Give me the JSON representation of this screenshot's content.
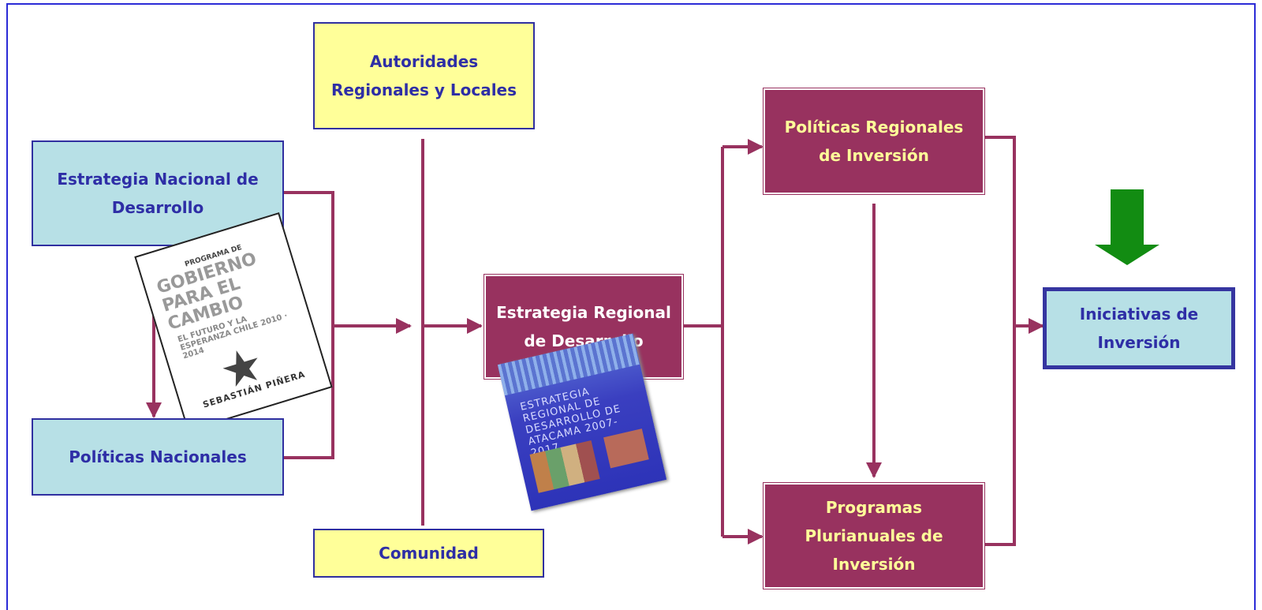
{
  "boxes": {
    "autoridades": "Autoridades\nRegionales y Locales",
    "estrategia_nacional": "Estrategia Nacional de\nDesarrollo",
    "politicas_nacionales": "Políticas Nacionales",
    "comunidad": "Comunidad",
    "estrategia_regional": "Estrategia Regional\nde Desarrollo",
    "politicas_regionales": "Políticas Regionales\nde Inversión",
    "programas": "Programas\nPlurianuales de\nInversión",
    "iniciativas": "Iniciativas de\nInversión"
  },
  "covers": {
    "programa_gobierno": {
      "line1": "PROGRAMA DE",
      "line2": "GOBIERNO PARA EL CAMBIO",
      "line3": "EL FUTURO Y LA ESPERANZA CHILE 2010 · 2014",
      "author": "SEBASTIÁN PIÑERA"
    },
    "estrategia_atacama": {
      "text": "ESTRATEGIA REGIONAL DE DESARROLLO DE ATACAMA 2007-2017"
    }
  },
  "colors": {
    "connector": "#98325f",
    "plum": "#98325f",
    "light_blue": "#b7e0e6",
    "yellow": "#ffff99",
    "green_arrow": "#128c12",
    "frame": "#2b2bd6"
  }
}
